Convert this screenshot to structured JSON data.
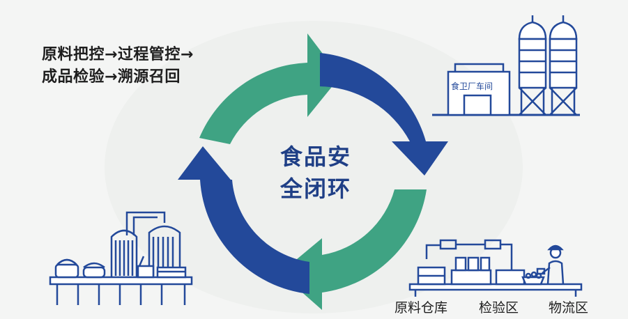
{
  "flow": {
    "line1": "原料把控→过程管控→",
    "line2": "成品检验→溯源召回"
  },
  "cycle": {
    "center_line1": "食品安",
    "center_line2": "全闭环",
    "colors": {
      "blue": "#23499a",
      "green": "#3fa383"
    }
  },
  "factory": {
    "sign": "食卫厂车间"
  },
  "areas": [
    "原料仓库",
    "检验区",
    "物流区"
  ],
  "icons": [
    "food-factory-building-icon",
    "silo-icon",
    "production-line-icon",
    "worker-icon",
    "pipeline-icon"
  ]
}
